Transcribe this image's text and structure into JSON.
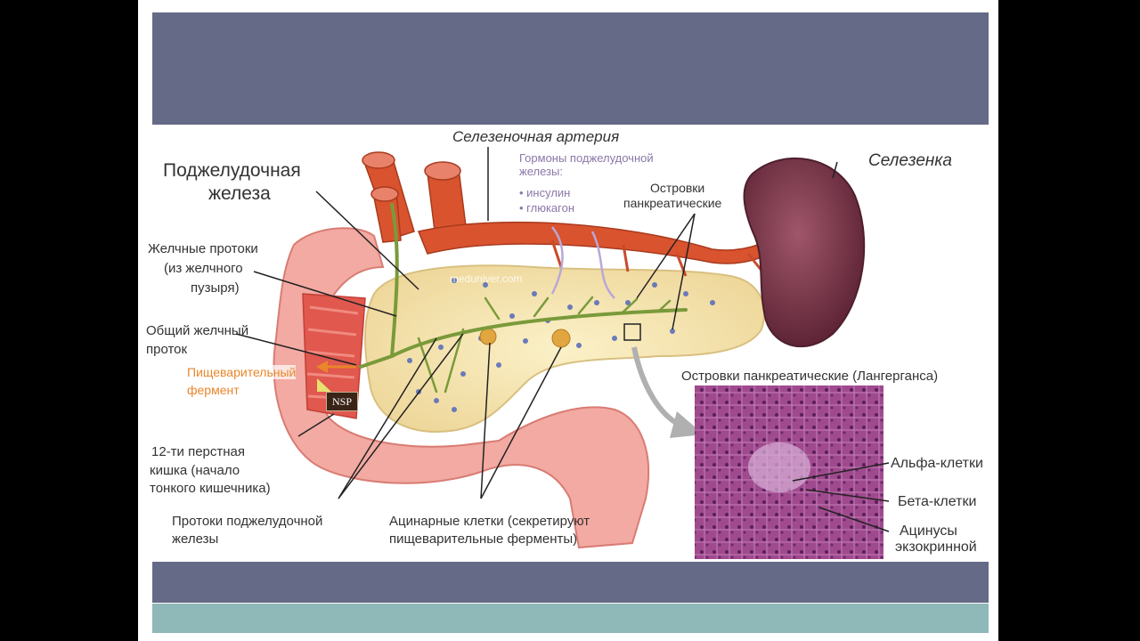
{
  "labels": {
    "pancreas_line1": "Поджелудочная",
    "pancreas_line2": "железа",
    "splenic_artery": "Селезеночная артерия",
    "spleen": "Селезенка",
    "hormones_title_line1": "Гормоны поджелудочной",
    "hormones_title_line2": "железы:",
    "hormone_1": "• инсулин",
    "hormone_2": "• глюкагон",
    "islets_line1": "Островки",
    "islets_line2": "панкреатические",
    "bile_ducts_line1": "Желчные протоки",
    "bile_ducts_line2": "(из желчного",
    "bile_ducts_line3": "пузыря)",
    "common_duct_line1": "Общий желчный",
    "common_duct_line2": "проток",
    "digestive_enzyme_line1": "Пищеварительный",
    "digestive_enzyme_line2": "фермент",
    "nsp_badge": "NSP",
    "duodenum_line1": "12-ти перстная",
    "duodenum_line2": "кишка (начало",
    "duodenum_line3": "тонкого кишечника)",
    "pancreatic_ducts_line1": "Протоки поджелудочной",
    "pancreatic_ducts_line2": "железы",
    "acinar_line1": "Ацинарные клетки (секретируют",
    "acinar_line2": "пищеварительные ферменты)",
    "langerhans_title": "Островки панкреатические (Лангерганса)",
    "alpha_cells": "Альфа-клетки",
    "beta_cells": "Бета-клетки",
    "acini_line1": "Ацинусы",
    "acini_line2": "экзокринной",
    "watermark": "meduniver.com"
  },
  "colors": {
    "banner": "#656a86",
    "stripe": "#8fb8b8",
    "artery": "#d9532e",
    "gland": "#f5e6b0",
    "duct": "#7a9a3a",
    "spleen": "#7a3a4a",
    "intestine": "#f0a8a0",
    "histology": "#9a4a8a",
    "enzyme_text": "#e9862a",
    "hormone_text": "#8a78a8"
  }
}
